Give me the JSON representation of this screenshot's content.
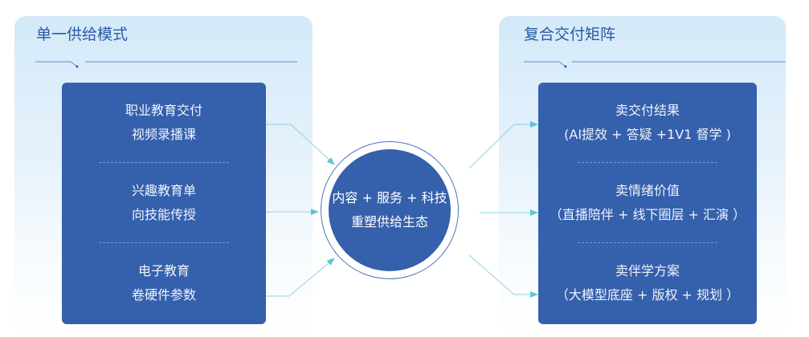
{
  "left": {
    "title": "单一供给模式",
    "items": [
      [
        "职业教育交付",
        "视频录播课"
      ],
      [
        "兴趣教育单",
        "向技能传授"
      ],
      [
        "电子教育",
        "卷硬件参数"
      ]
    ]
  },
  "center": {
    "line1": "内容 + 服务 + 科技",
    "line2": "重塑供给生态"
  },
  "right": {
    "title": "复合交付矩阵",
    "items": [
      [
        "卖交付结果",
        "(AI提效 + 答疑 +1V1 督学 )"
      ],
      [
        "卖情绪价值",
        "（直播陪伴 + 线下圈层 + 汇演 ）"
      ],
      [
        "卖伴学方案",
        "（大模型底座 + 版权 + 规划 ）"
      ]
    ]
  },
  "colors": {
    "card": "#3560ac",
    "title": "#2a59a8",
    "arrow": "#5cc6d6"
  }
}
